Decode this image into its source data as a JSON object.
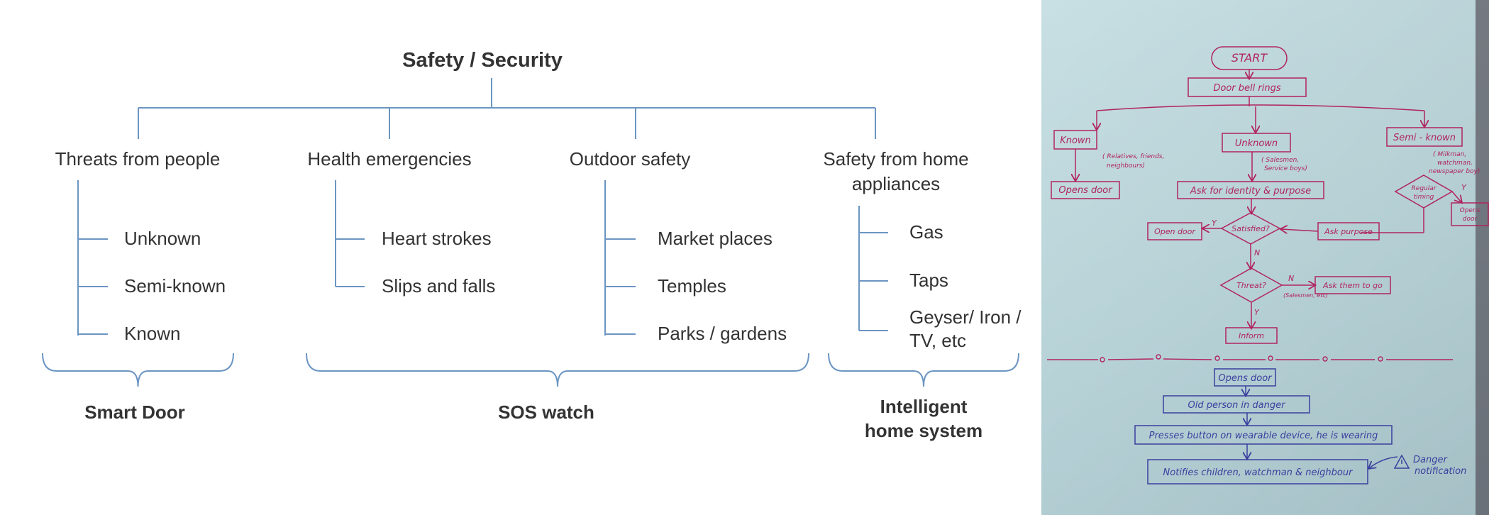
{
  "tree": {
    "root": "Safety / Security",
    "categories": [
      {
        "title_lines": [
          "Threats from people"
        ],
        "items": [
          "Unknown",
          "Semi-known",
          "Known"
        ]
      },
      {
        "title_lines": [
          "Health emergencies"
        ],
        "items": [
          "Heart strokes",
          "Slips and falls"
        ]
      },
      {
        "title_lines": [
          "Outdoor safety"
        ],
        "items": [
          "Market places",
          "Temples",
          "Parks / gardens"
        ]
      },
      {
        "title_lines": [
          "Safety from home",
          "appliances"
        ],
        "items": [
          "Gas",
          "Taps",
          "Geyser/ Iron /",
          "TV, etc"
        ]
      }
    ],
    "solutions": [
      {
        "lines": [
          "Smart Door"
        ]
      },
      {
        "lines": [
          "SOS watch"
        ]
      },
      {
        "lines": [
          "Intelligent",
          "home system"
        ]
      }
    ],
    "colors": {
      "line": "#6b95c2",
      "text": "#333333"
    }
  },
  "sketch": {
    "colors": {
      "paper": "#bfdade",
      "upper_ink": "#b0245f",
      "lower_ink": "#3a3f9e"
    },
    "start": "START",
    "door_bell": "Door bell rings",
    "known": "Known",
    "known_note_1": "( Relatives, friends,",
    "known_note_2": "neighbours)",
    "opens_door_1": "Opens door",
    "unknown": "Unknown",
    "unknown_note_1": "( Salesmen,",
    "unknown_note_2": "Service boys)",
    "semi_known": "Semi - known",
    "semi_note_1": "( Milkman,",
    "semi_note_2": "watchman,",
    "semi_note_3": "newspaper boy)",
    "regular_1": "Regular",
    "regular_2": "timing",
    "opens_door_2": "Opens",
    "opens_door_2b": "door",
    "ask_identity": "Ask for identity & purpose",
    "satisfied": "Satisfied?",
    "open_door_3": "Open door",
    "ask_purpose": "Ask purpose",
    "threat": "Threat?",
    "threat_note": "(Salesmen, etc)",
    "ask_to_go": "Ask them to go",
    "inform": "Inform",
    "opens_door_4": "Opens door",
    "old_person": "Old  person  in  danger",
    "presses": "Presses  button  on wearable  device, he is wearing",
    "notifies": "Notifies  children,  watchman  &  neighbour",
    "danger_1": "Danger",
    "danger_2": "notification"
  }
}
